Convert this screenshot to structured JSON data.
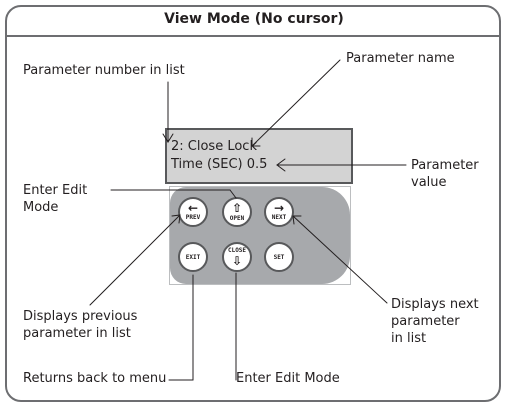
{
  "title": "View Mode (No cursor)",
  "labels": {
    "param_number": "Parameter number in list",
    "param_name": "Parameter name",
    "param_value_1": "Parameter",
    "param_value_2": "value",
    "enter_edit_1": "Enter Edit",
    "enter_edit_2": "Mode",
    "prev_1": "Displays previous",
    "prev_2": "parameter in list",
    "next_1": "Displays next",
    "next_2": "parameter",
    "next_3": "in list",
    "returns": "Returns back to menu",
    "enter_edit_bottom": "Enter Edit Mode"
  },
  "display": {
    "line1": "2: Close Lock",
    "line2": "Time (SEC) 0.5"
  },
  "buttons": {
    "prev": "PREV",
    "open": "OPEN",
    "next": "NEXT",
    "exit": "EXIT",
    "close": "CLOSE",
    "set": "SET"
  },
  "colors": {
    "frame": "#6d6e71",
    "lcd_background": "#d3d3d3",
    "keypad": "#a7a9ac"
  }
}
